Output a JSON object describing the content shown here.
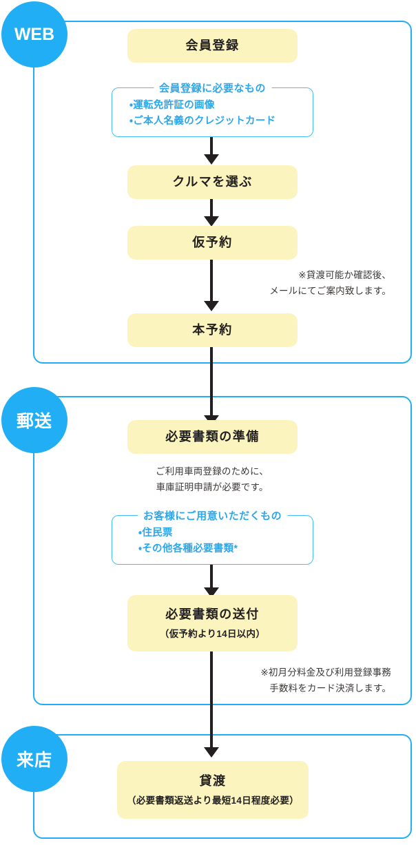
{
  "meta": {
    "accent_blue": "#22AEF4",
    "box_yellow": "#FBF4BF",
    "req_blue": "#2BA7EC",
    "text_dark": "#231f20"
  },
  "sections": [
    {
      "badge": "WEB",
      "steps": [
        {
          "title": "会員登録"
        },
        {
          "title": "クルマを選ぶ"
        },
        {
          "title": "仮予約"
        },
        {
          "title": "本予約"
        }
      ],
      "requirement_box": {
        "legend": "会員登録に必要なもの",
        "items": [
          "・運転免許証の画像",
          "・ご本人名義のクレジットカード"
        ]
      },
      "note": "※貸渡可能か確認後、\nメールにてご案内致します。"
    },
    {
      "badge": "郵送",
      "steps": [
        {
          "title": "必要書類の準備"
        },
        {
          "title": "必要書類の送付",
          "sub": "（仮予約より14日以内）"
        }
      ],
      "description": "ご利用車両登録のために、\n車庫証明申請が必要です。",
      "requirement_box": {
        "legend": "お客様にご用意いただくもの",
        "items": [
          "・住民票",
          "・その他各種必要書類*"
        ]
      },
      "note": "※初月分料金及び利用登録事務\n手数料をカード決済します。"
    },
    {
      "badge": "来店",
      "steps": [
        {
          "title": "貸渡",
          "sub": "（必要書類返送より最短14日程度必要）"
        }
      ]
    }
  ]
}
